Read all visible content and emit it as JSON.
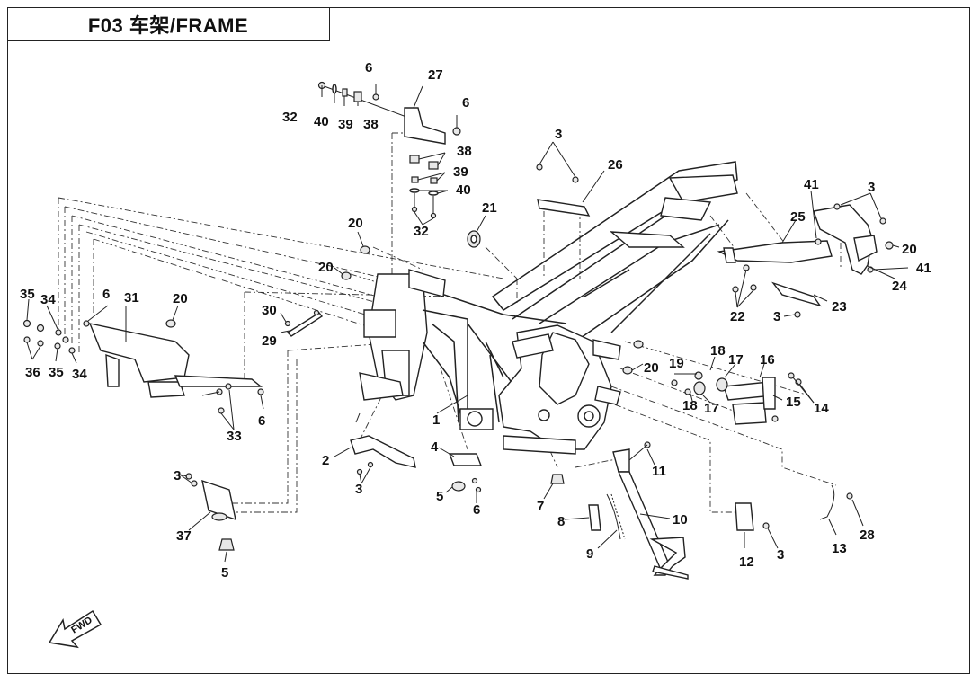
{
  "title": "F03  车架/FRAME",
  "fwd_label": "FWD",
  "callouts": {
    "c1": "1",
    "c2": "2",
    "c3a": "3",
    "c3b": "3",
    "c3c": "3",
    "c3d": "3",
    "c3e": "3",
    "c3f": "3",
    "c4": "4",
    "c5a": "5",
    "c5b": "5",
    "c6a": "6",
    "c6b": "6",
    "c6c": "6",
    "c6d": "6",
    "c6e": "6",
    "c7": "7",
    "c8": "8",
    "c9": "9",
    "c10": "10",
    "c11": "11",
    "c12": "12",
    "c13": "13",
    "c14": "14",
    "c15": "15",
    "c16": "16",
    "c17a": "17",
    "c17b": "17",
    "c18a": "18",
    "c18b": "18",
    "c19": "19",
    "c20a": "20",
    "c20b": "20",
    "c20c": "20",
    "c20d": "20",
    "c20e": "20",
    "c21": "21",
    "c22": "22",
    "c23": "23",
    "c24": "24",
    "c25": "25",
    "c26": "26",
    "c27": "27",
    "c28": "28",
    "c29": "29",
    "c30": "30",
    "c31": "31",
    "c32a": "32",
    "c32b": "32",
    "c33": "33",
    "c34a": "34",
    "c34b": "34",
    "c35a": "35",
    "c35b": "35",
    "c36": "36",
    "c37": "37",
    "c38a": "38",
    "c38b": "38",
    "c39a": "39",
    "c39b": "39",
    "c40a": "40",
    "c40b": "40",
    "c41a": "41",
    "c41b": "41"
  }
}
